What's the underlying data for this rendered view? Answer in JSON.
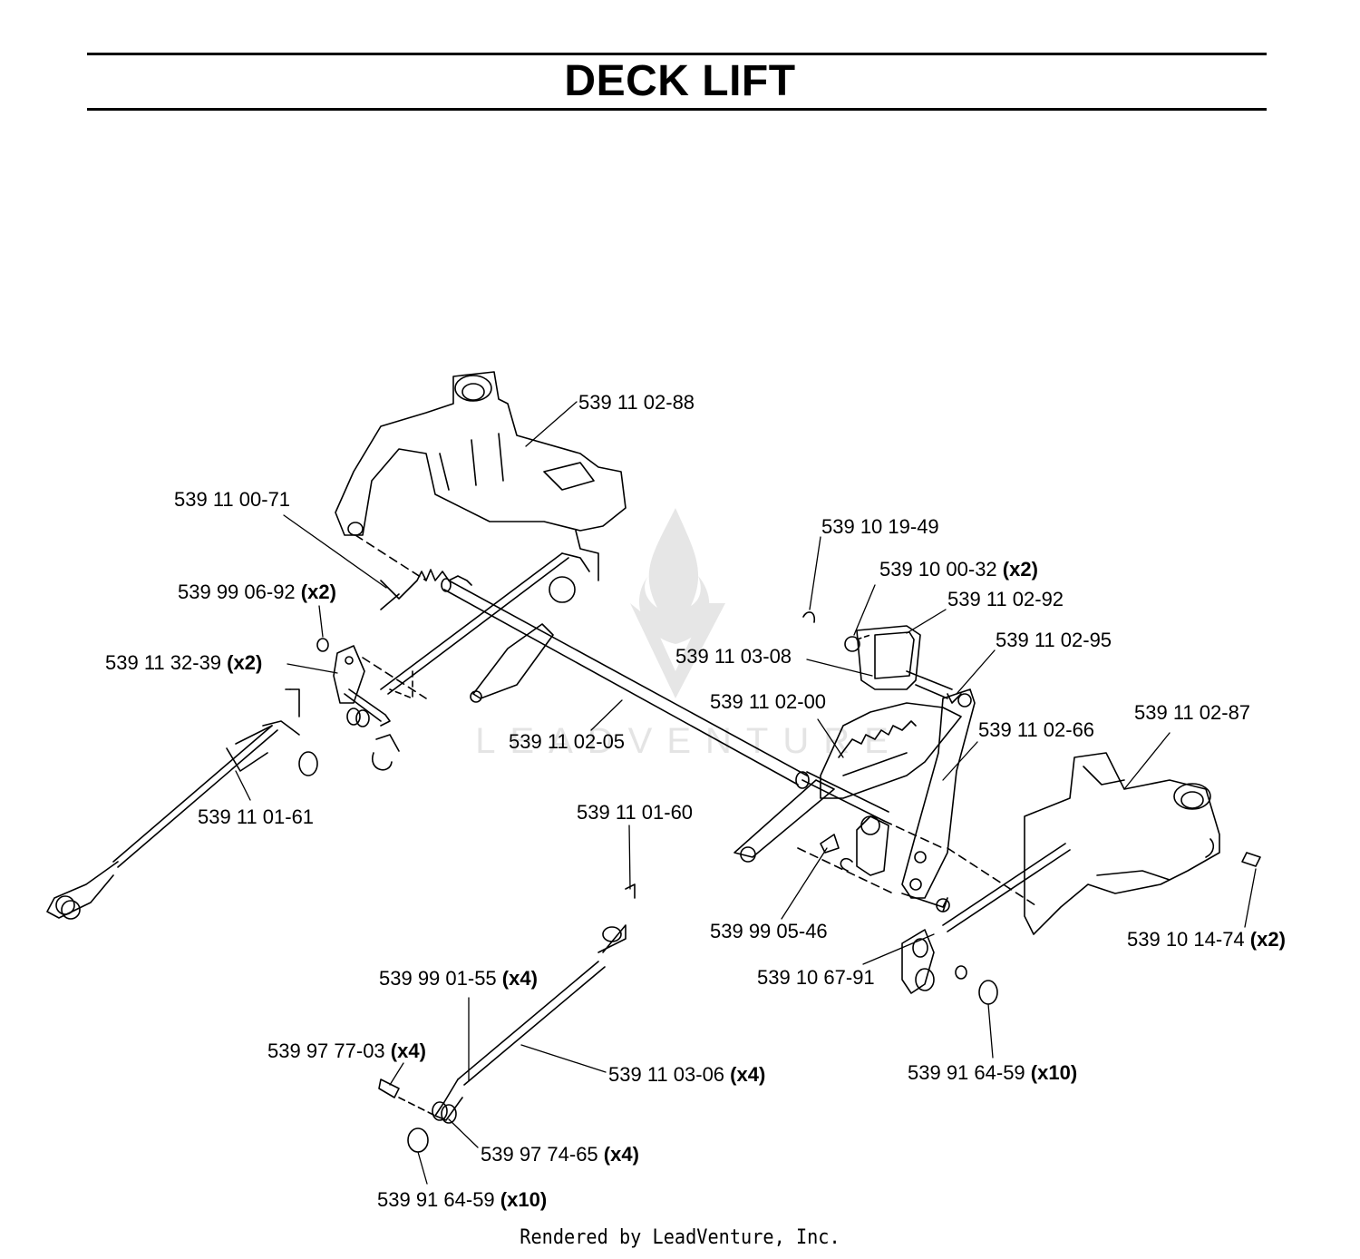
{
  "title": "DECK LIFT",
  "footer": "Rendered by LeadVenture, Inc.",
  "watermark": "LEADVENTURE",
  "parts": [
    {
      "id": "p1",
      "number": "539 11 02-88",
      "qty": ""
    },
    {
      "id": "p2",
      "number": "539 11 00-71",
      "qty": ""
    },
    {
      "id": "p3",
      "number": "539 99 06-92",
      "qty": "(x2)"
    },
    {
      "id": "p4",
      "number": "539 11 32-39",
      "qty": "(x2)"
    },
    {
      "id": "p5",
      "number": "539 11 02-05",
      "qty": ""
    },
    {
      "id": "p6",
      "number": "539 11 01-61",
      "qty": ""
    },
    {
      "id": "p7",
      "number": "539 10 19-49",
      "qty": ""
    },
    {
      "id": "p8",
      "number": "539 10 00-32",
      "qty": "(x2)"
    },
    {
      "id": "p9",
      "number": "539 11 02-92",
      "qty": ""
    },
    {
      "id": "p10",
      "number": "539 11 03-08",
      "qty": ""
    },
    {
      "id": "p11",
      "number": "539 11 02-95",
      "qty": ""
    },
    {
      "id": "p12",
      "number": "539 11 02-00",
      "qty": ""
    },
    {
      "id": "p13",
      "number": "539 11 02-66",
      "qty": ""
    },
    {
      "id": "p14",
      "number": "539 11 02-87",
      "qty": ""
    },
    {
      "id": "p15",
      "number": "539 11 01-60",
      "qty": ""
    },
    {
      "id": "p16",
      "number": "539 99 05-46",
      "qty": ""
    },
    {
      "id": "p17",
      "number": "539 10 14-74",
      "qty": "(x2)"
    },
    {
      "id": "p18",
      "number": "539 10 67-91",
      "qty": ""
    },
    {
      "id": "p19",
      "number": "539 99 01-55",
      "qty": "(x4)"
    },
    {
      "id": "p20",
      "number": "539 97 77-03",
      "qty": "(x4)"
    },
    {
      "id": "p21",
      "number": "539 11 03-06",
      "qty": "(x4)"
    },
    {
      "id": "p22",
      "number": "539 91 64-59",
      "qty": "(x10)"
    },
    {
      "id": "p23",
      "number": "539 97 74-65",
      "qty": "(x4)"
    },
    {
      "id": "p24",
      "number": "539 91 64-59",
      "qty": "(x10)"
    }
  ]
}
